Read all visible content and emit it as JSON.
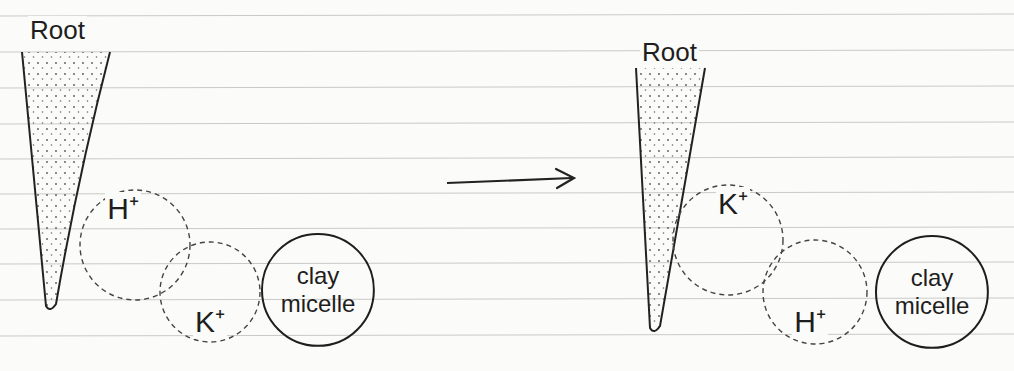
{
  "diagram": {
    "nodes": [
      {
        "text": [
          "Root"
        ]
      },
      {
        "text": [
          "H⁺"
        ]
      },
      {
        "text": [
          "K⁺"
        ]
      },
      {
        "text": [
          "clay micelle"
        ]
      },
      {
        "text": [
          "Root"
        ]
      },
      {
        "text": [
          "K⁺"
        ]
      },
      {
        "text": [
          "H⁺"
        ]
      },
      {
        "text": [
          "clay micelle"
        ]
      }
    ]
  }
}
